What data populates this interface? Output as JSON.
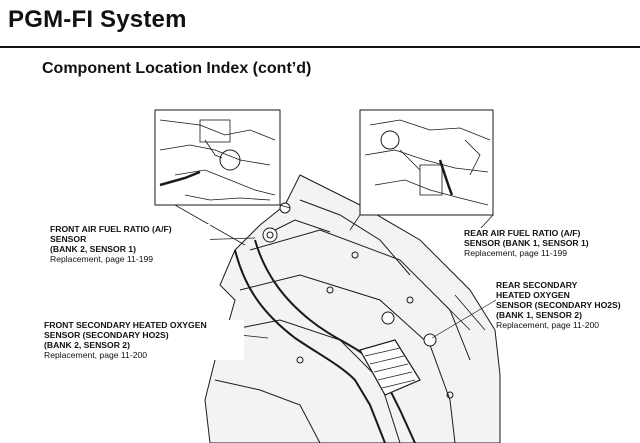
{
  "header": {
    "title": "PGM-FI System",
    "subtitle": "Component Location Index (cont’d)"
  },
  "callouts": {
    "front_af": {
      "name_lines": [
        "FRONT AIR FUEL RATIO (A/F)",
        "SENSOR",
        "(BANK 2, SENSOR 1)"
      ],
      "replacement": "Replacement, page 11-199"
    },
    "rear_af": {
      "name_lines": [
        "REAR AIR FUEL RATIO (A/F)",
        "SENSOR (BANK 1, SENSOR 1)"
      ],
      "replacement": "Replacement, page 11-199"
    },
    "front_secondary": {
      "name_lines": [
        "FRONT SECONDARY HEATED OXYGEN",
        "SENSOR (SECONDARY HO2S)",
        "(BANK 2, SENSOR 2)"
      ],
      "replacement": "Replacement, page 11-200"
    },
    "rear_secondary": {
      "name_lines": [
        "REAR SECONDARY",
        "HEATED OXYGEN",
        "SENSOR (SECONDARY HO2S)",
        "(BANK 1, SENSOR 2)"
      ],
      "replacement": "Replacement, page 11-200"
    }
  }
}
